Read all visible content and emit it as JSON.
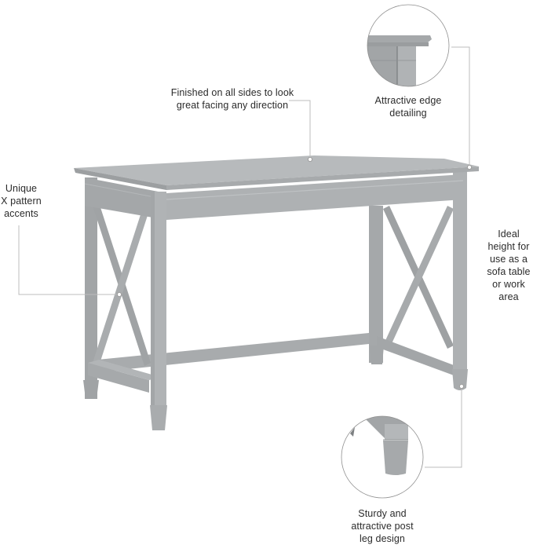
{
  "product": {
    "type": "writing-desk",
    "finish_color": "#a9acae"
  },
  "callouts": [
    {
      "id": "finished-sides",
      "lines": [
        "Finished on all sides to look",
        "great facing any direction"
      ]
    },
    {
      "id": "edge-detailing",
      "lines": [
        "Attractive edge",
        "detailing"
      ]
    },
    {
      "id": "x-pattern",
      "lines": [
        "Unique",
        "X pattern",
        "accents"
      ]
    },
    {
      "id": "ideal-height",
      "lines": [
        "Ideal",
        "height for",
        "use as a",
        "sofa table",
        "or work",
        "area"
      ]
    },
    {
      "id": "post-leg",
      "lines": [
        "Sturdy and",
        "attractive post",
        "leg design"
      ]
    }
  ],
  "colors": {
    "leader_line": "#b9b9b9",
    "desk_light": "#b3b6b8",
    "desk_mid": "#a5a8aa",
    "desk_dark": "#8f9294",
    "text": "#2b2b2b"
  }
}
